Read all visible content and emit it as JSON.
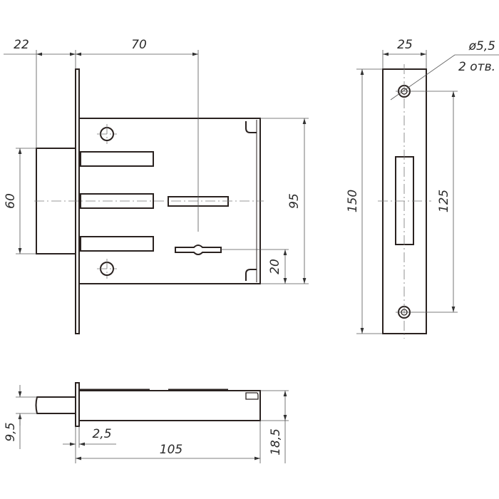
{
  "front_view": {
    "dims": {
      "backset": "22",
      "depth": "70",
      "bolt_height": "60",
      "body_height": "95",
      "key_offset": "20"
    }
  },
  "faceplate_view": {
    "dims": {
      "width": "25",
      "height": "150",
      "hole_spacing": "125",
      "hole_diameter": "ø5,5",
      "hole_count": "2 отв."
    }
  },
  "side_view": {
    "dims": {
      "bolt_thickness": "9,5",
      "plate_thickness": "2,5",
      "body_length": "105",
      "body_thickness": "18,5"
    }
  }
}
